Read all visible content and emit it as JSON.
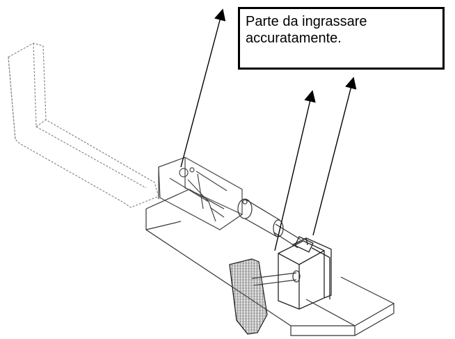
{
  "callout": {
    "lines": [
      "Parte da ingrassare",
      "accuratamente."
    ]
  },
  "colors": {
    "ink": "#000000",
    "faint_line": "#7a7a7a",
    "hatching": "#555555",
    "background": "#ffffff"
  },
  "icons": [
    "leader-arrow",
    "pedal-hatching"
  ]
}
